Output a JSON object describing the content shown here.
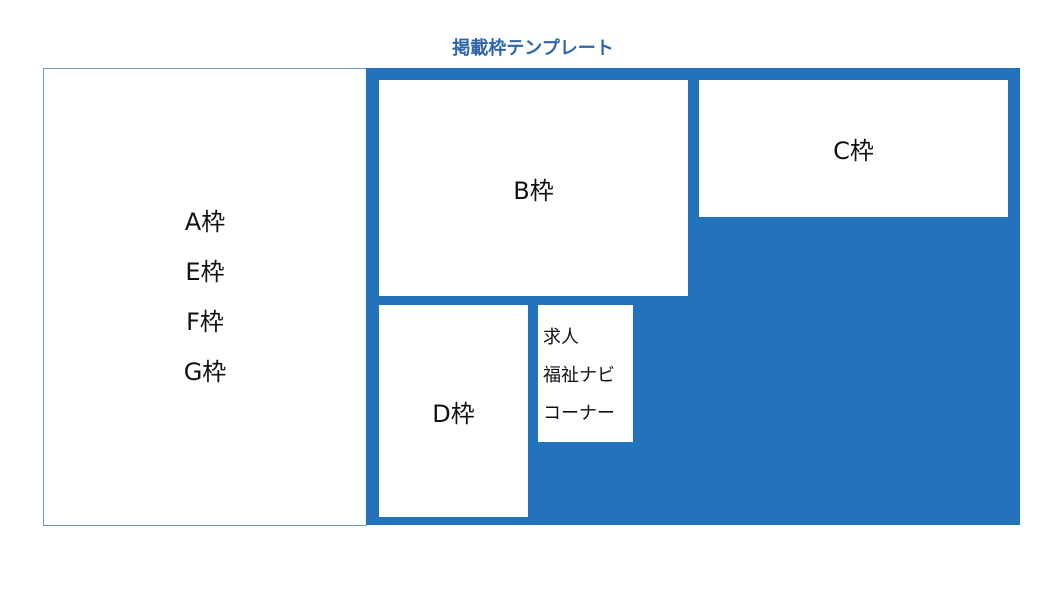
{
  "title": "掲載枠テンプレート",
  "frames": {
    "a": [
      "A枠",
      "E枠",
      "F枠",
      "G枠"
    ],
    "b": "B枠",
    "c": "C枠",
    "d": "D枠",
    "kyujin": [
      "求人",
      "福祉ナビ",
      "コーナー"
    ]
  },
  "colors": {
    "accent": "#2273BB",
    "title": "#2E64A8"
  }
}
